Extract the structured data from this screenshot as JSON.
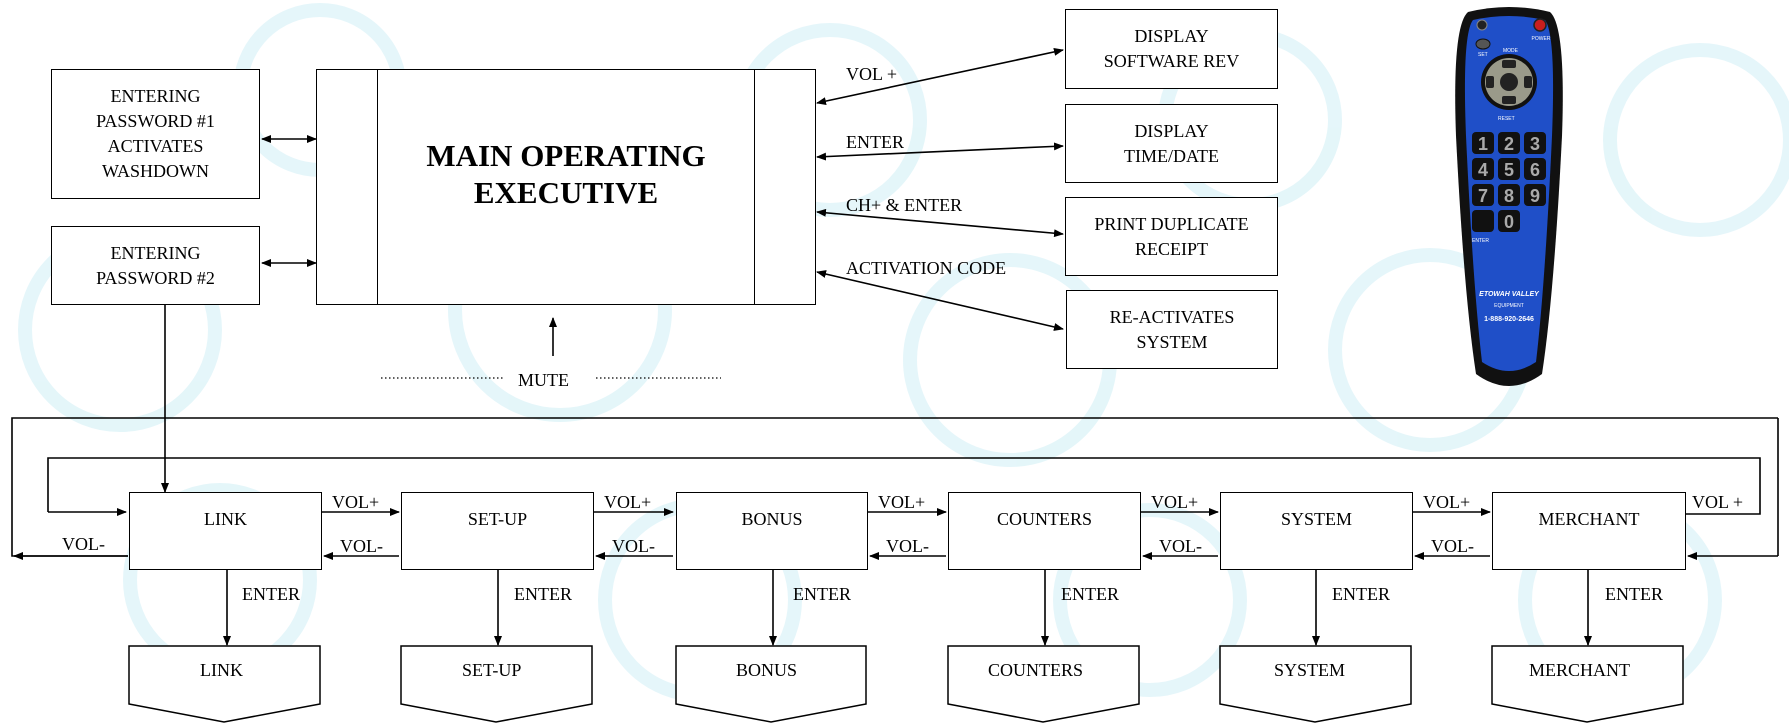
{
  "main": {
    "title": "MAIN OPERATING\nEXECUTIVE"
  },
  "left_boxes": {
    "password1": "ENTERING\nPASSWORD #1\nACTIVATES\nWASHDOWN",
    "password2": "ENTERING\nPASSWORD #2"
  },
  "right_boxes": {
    "software_rev": "DISPLAY\nSOFTWARE REV",
    "time_date": "DISPLAY\nTIME/DATE",
    "print_receipt": "PRINT DUPLICATE\nRECEIPT",
    "reactivate": "RE-ACTIVATES\nSYSTEM"
  },
  "right_labels": {
    "vol_plus": "VOL +",
    "enter": "ENTER",
    "ch_enter": "CH+ & ENTER",
    "activation": "ACTIVATION CODE"
  },
  "mute_label": "MUTE",
  "menu_row": [
    "LINK",
    "SET-UP",
    "BONUS",
    "COUNTERS",
    "SYSTEM",
    "MERCHANT"
  ],
  "sub_row": [
    "LINK",
    "SET-UP",
    "BONUS",
    "COUNTERS",
    "SYSTEM",
    "MERCHANT"
  ],
  "nav_labels": {
    "vol_plus": "VOL+",
    "vol_minus": "VOL-",
    "enter": "ENTER",
    "loop_vol_plus": "VOL +",
    "loop_vol_minus": "VOL-"
  },
  "remote": {
    "brand": "ETOWAH VALLEY",
    "sub": "EQUIPMENT",
    "phone": "1-888-920-2646",
    "keys": [
      "1",
      "2",
      "3",
      "4",
      "5",
      "6",
      "7",
      "8",
      "9",
      "0"
    ],
    "enter": "ENTER",
    "reset": "RESET",
    "power": "POWER",
    "set": "SET",
    "mode": "MODE"
  },
  "colors": {
    "remote_body": "#1f4fc8",
    "remote_rim": "#111111",
    "bg_swirl": "#d6f1f6"
  }
}
